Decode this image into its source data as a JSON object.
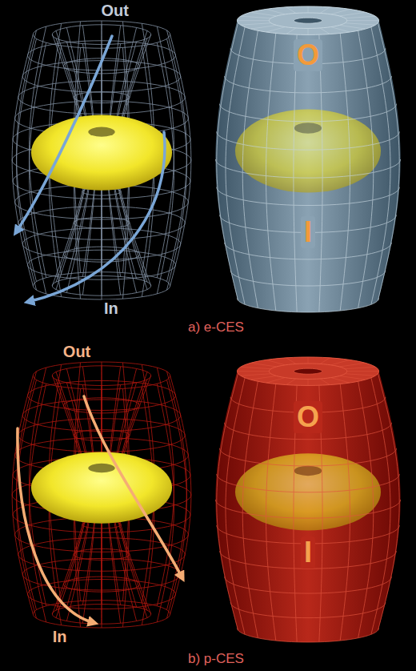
{
  "diagram": {
    "nodes": [
      {
        "text": [
          "Out",
          "In"
        ]
      },
      {
        "text": [
          "O",
          "I"
        ]
      },
      {
        "text": [
          "Out",
          "In"
        ]
      },
      {
        "text": [
          "O",
          "I"
        ]
      }
    ],
    "labels": [
      "a) e-CES",
      "b) p-CES"
    ]
  }
}
